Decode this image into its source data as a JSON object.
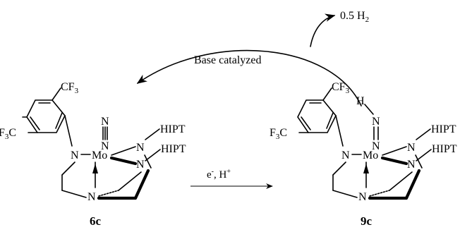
{
  "arrows": {
    "top_label": "Base catalyzed",
    "top_product": "0.5 H",
    "top_product_sub": "2",
    "bottom_label_e": "e",
    "bottom_label_e_sup": "-",
    "bottom_label_rest": ", H",
    "bottom_label_h_sup": "+"
  },
  "compounds": [
    {
      "id": "6c",
      "label": "6c",
      "metal": "Mo",
      "atoms": {
        "n": "N",
        "cf3_top": "CF",
        "cf3_sub": "3",
        "f3c": "F",
        "f3c_sub": "3",
        "f3c_c": "C",
        "hipt": "HIPT"
      }
    },
    {
      "id": "9c",
      "label": "9c",
      "metal": "Mo",
      "atoms": {
        "n": "N",
        "h": "H",
        "cf3_top": "CF",
        "cf3_sub": "3",
        "f3c": "F",
        "f3c_sub": "3",
        "f3c_c": "C",
        "hipt": "HIPT"
      }
    }
  ]
}
